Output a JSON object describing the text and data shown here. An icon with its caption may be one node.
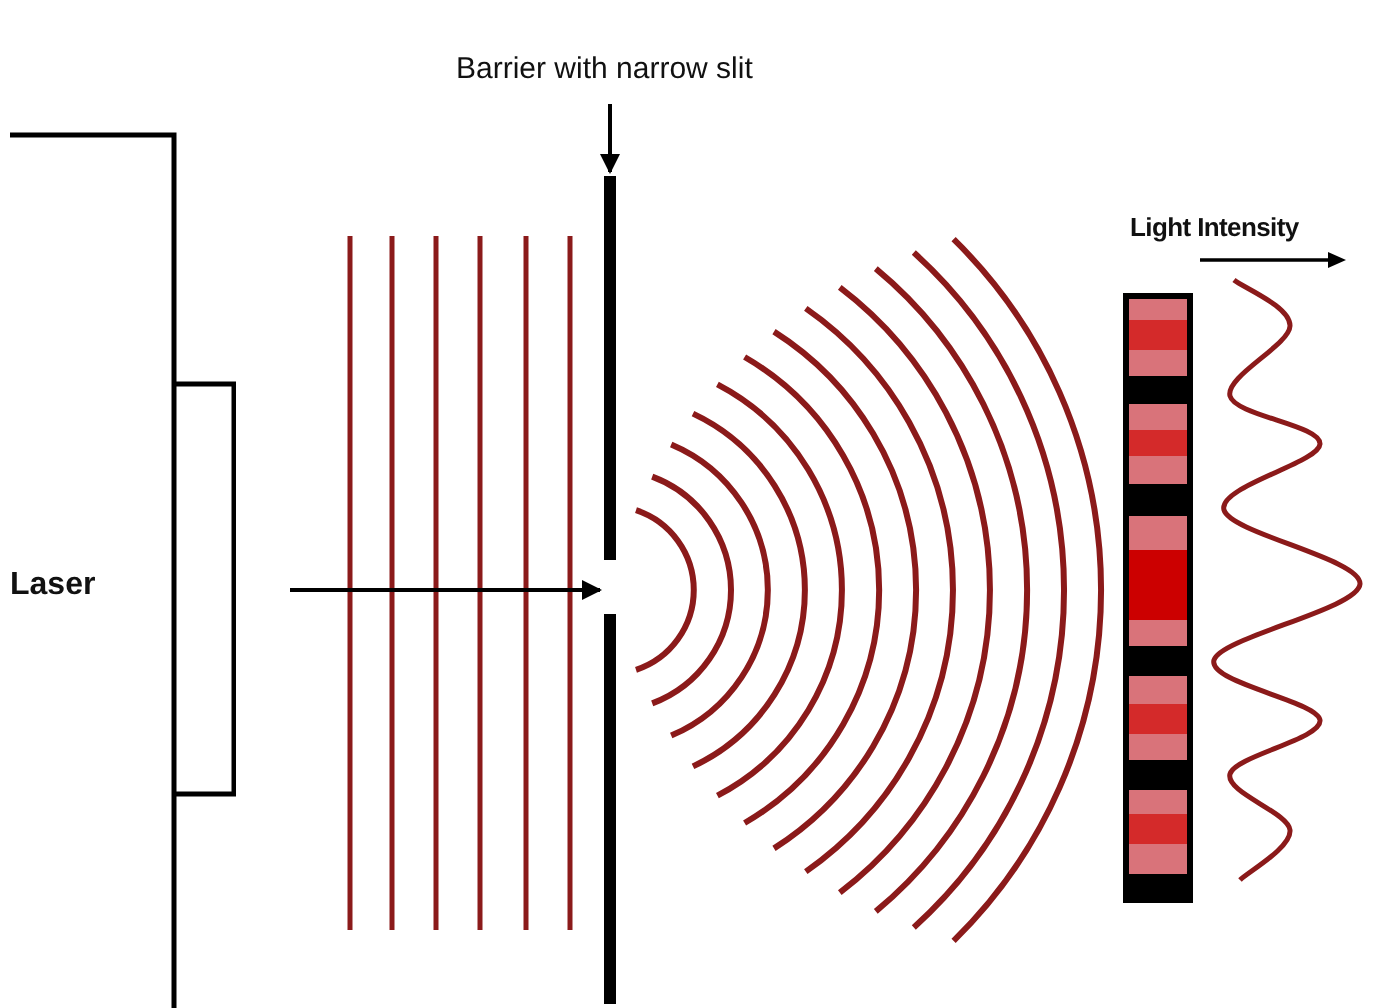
{
  "diagram": {
    "nodes": [
      {
        "text": [
          "Laser"
        ]
      },
      {
        "text": [
          "Barrier with narrow slit"
        ]
      },
      {
        "text": [],
        "shape": "bar"
      }
    ],
    "edges": [
      {
        "from": 0,
        "to": 2,
        "arrow": "to"
      },
      {
        "from": 1,
        "to": 2,
        "arrow": "to"
      }
    ],
    "labels": [
      "Light Intensity"
    ]
  }
}
